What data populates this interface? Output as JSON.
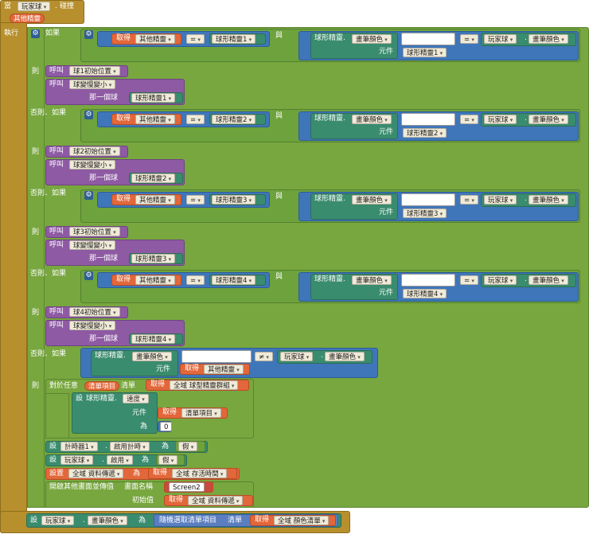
{
  "event": {
    "prefix": "當",
    "component": "玩家球",
    "dot": ".",
    "event_name": "碰撞",
    "param": "其他精靈",
    "do_label": "執行"
  },
  "labels": {
    "if": "如果",
    "then": "則",
    "elseif": "否則．如果",
    "get": "取得",
    "eq": "=",
    "neq": "≠",
    "and": "與",
    "call": "呼叫",
    "which_ball": "那一個球",
    "element": "元件",
    "sprite_generic": "球形精靈.",
    "paint_color": "畫筆顏色",
    "player_ball": "玩家球",
    "dot": ".",
    "for_each": "對於任意",
    "list_item": "清單項目",
    "list": "清單",
    "do": "執行",
    "set": "設",
    "speed": "速度",
    "to": "為",
    "global_sprite_group": "全域 球型精靈群組",
    "timer1": "計時器1",
    "timer_enabled": "啟用計時",
    "false_val": "假",
    "enabled": "啟用",
    "set_full": "設置",
    "global_data_pass": "全域 資料傳遞",
    "global_survival": "全域 存活時間",
    "open_screen": "開啟其他畫面並傳值",
    "screen_name": "畫面名稱",
    "screen2": "Screen2",
    "init_value": "初始值",
    "random_item": "隨機選取清單項目",
    "list2": "清單",
    "global_colors": "全域 顏色清單",
    "var_other": "其他精靈",
    "var_item": "清單項目",
    "zero": "0"
  },
  "sprites": [
    "球形精靈1",
    "球形精靈2",
    "球形精靈3",
    "球形精靈4"
  ],
  "proc_init": [
    "球1初始位置",
    "球2初始位置",
    "球3初始位置",
    "球4初始位置"
  ],
  "proc_shrink": "球變慢變小"
}
